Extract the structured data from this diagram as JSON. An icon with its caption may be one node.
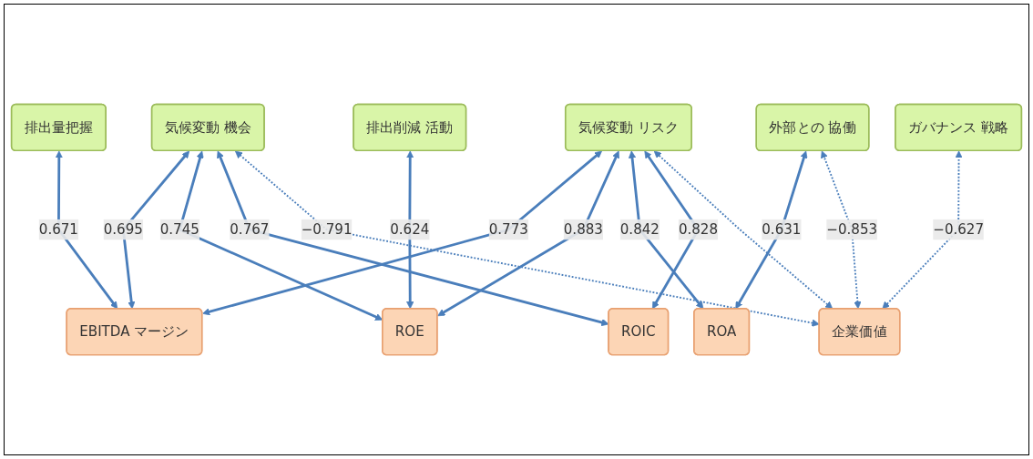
{
  "diagram": {
    "nodes": [
      {
        "text": [
          "ガバナンス 戦略"
        ]
      },
      {
        "text": [
          "気候変動 リスク"
        ]
      },
      {
        "text": [
          "気候変動 機会"
        ]
      },
      {
        "text": [
          "排出量把握"
        ]
      },
      {
        "text": [
          "排出削減 活動"
        ]
      },
      {
        "text": [
          "外部との 協働"
        ]
      },
      {
        "text": [
          "EBITDA マージン"
        ]
      },
      {
        "text": [
          "ROE"
        ]
      },
      {
        "text": [
          "ROA"
        ]
      },
      {
        "text": [
          "ROIC"
        ]
      },
      {
        "text": [
          "企業価値"
        ]
      }
    ],
    "edges": [
      {
        "from": 10,
        "to": 0,
        "arrow": "both",
        "label": "−0.627",
        "style": "dashed"
      },
      {
        "from": 6,
        "to": 1,
        "arrow": "both",
        "label": "0.773"
      },
      {
        "from": 6,
        "to": 2,
        "arrow": "both",
        "label": "0.695"
      },
      {
        "from": 6,
        "to": 3,
        "arrow": "both",
        "label": "0.671"
      },
      {
        "from": 7,
        "to": 1,
        "arrow": "both",
        "label": "0.883"
      },
      {
        "from": 7,
        "to": 2,
        "arrow": "both",
        "label": "0.745"
      },
      {
        "from": 7,
        "to": 4,
        "arrow": "both",
        "label": "0.624"
      },
      {
        "from": 8,
        "to": 1,
        "arrow": "both",
        "label": "0.842"
      },
      {
        "from": 8,
        "to": 5,
        "arrow": "both",
        "label": "0.631"
      },
      {
        "from": 9,
        "to": 1,
        "arrow": "both",
        "label": "0.828"
      },
      {
        "from": 9,
        "to": 2,
        "arrow": "both",
        "label": "0.767"
      },
      {
        "from": 10,
        "to": 1,
        "arrow": "both",
        "style": "dashed"
      },
      {
        "from": 10,
        "to": 2,
        "arrow": "both",
        "label": "−0.791",
        "style": "dashed"
      },
      {
        "from": 10,
        "to": 5,
        "arrow": "both",
        "label": "−0.853",
        "style": "dashed"
      }
    ]
  }
}
